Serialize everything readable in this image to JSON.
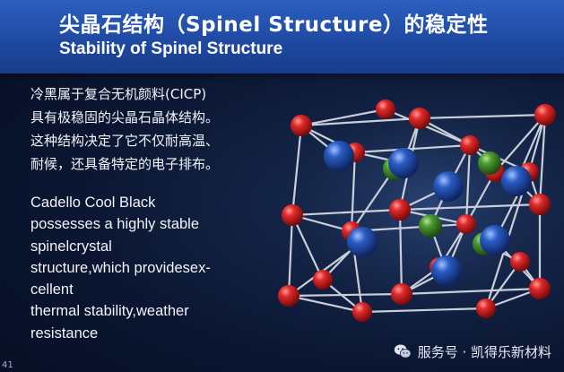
{
  "header": {
    "title_cn": "尖晶石结构（Spinel Structure）的稳定性",
    "title_en": "Stability of Spinel Structure"
  },
  "body": {
    "cn_lines": [
      "冷黑属于复合无机颜料(CICP)",
      "具有极稳固的尖晶石晶体结构。",
      "这种结构决定了它不仅耐高温、",
      "耐候，还具备特定的电子排布。"
    ],
    "en_lines": [
      "Cadello Cool Black",
      "possesses a highly stable",
      "spinelcrystal",
      "structure,which providesex-",
      "cellent",
      "thermal stability,weather",
      "resistance"
    ]
  },
  "illustration": {
    "atom_colors": {
      "red": "#d41f1f",
      "blue": "#1f4fb0",
      "green": "#3f8a2a"
    },
    "bond_color": "#c9ced8"
  },
  "watermark": {
    "text": "服务号 · 凯得乐新材料",
    "icon": "wechat-icon"
  },
  "corner_mark": "41"
}
